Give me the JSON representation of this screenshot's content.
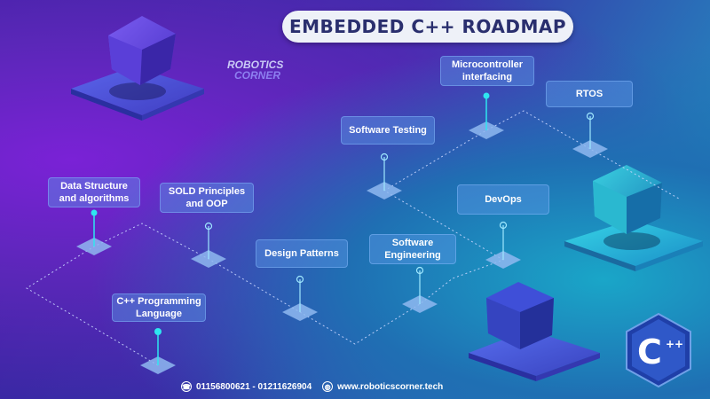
{
  "title": "EMBEDDED C++ ROADMAP",
  "brand": {
    "line1": "ROBOTICS",
    "line2": "CORNER"
  },
  "steps": [
    {
      "label": "C++ Programming Language"
    },
    {
      "label": "Data Structure and algorithms"
    },
    {
      "label": "SOLD Principles and OOP"
    },
    {
      "label": "Design Patterns"
    },
    {
      "label": "Software Engineering"
    },
    {
      "label": "DevOps"
    },
    {
      "label": "Software Testing"
    },
    {
      "label": "Microcontroller interfacing"
    },
    {
      "label": "RTOS"
    }
  ],
  "footer": {
    "phone": "01156800621 - 01211626904",
    "website": "www.roboticscorner.tech"
  },
  "cpp_logo": {
    "letter": "C",
    "suffix": "++"
  },
  "colors": {
    "title_text": "#2a2f6e",
    "node_fill": "#5a96e6",
    "pin": "#2ee6f0",
    "path": "#c9d6ff"
  }
}
